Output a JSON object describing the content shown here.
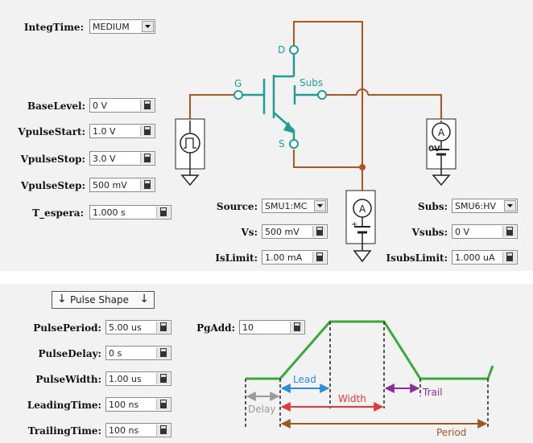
{
  "bias_panel": {
    "integ_time": {
      "label": "IntegTime:",
      "value": "MEDIUM"
    },
    "base_level": {
      "label": "BaseLevel:",
      "value": "0 V"
    },
    "vpulse_start": {
      "label": "VpulseStart:",
      "value": "1.0 V"
    },
    "vpulse_stop": {
      "label": "VpulseStop:",
      "value": "3.0 V"
    },
    "vpulse_step": {
      "label": "VpulseStep:",
      "value": "500 mV"
    },
    "t_espera": {
      "label": "T_espera:",
      "value": "1.000 s"
    },
    "source": {
      "label": "Source:",
      "value": "SMU1:MC"
    },
    "vs": {
      "label": "Vs:",
      "value": "500 mV"
    },
    "is_limit": {
      "label": "IsLimit:",
      "value": "1.00 mA"
    },
    "subs": {
      "label": "Subs:",
      "value": "SMU6:HV"
    },
    "vsubs": {
      "label": "Vsubs:",
      "value": "0 V"
    },
    "isubs_limit": {
      "label": "IsubsLimit:",
      "value": "1.000 uA"
    }
  },
  "schematic": {
    "terminal_d": "D",
    "terminal_g": "G",
    "terminal_s": "S",
    "terminal_subs": "Subs",
    "meter_symbol": "A",
    "subs_voltage_label": "0V",
    "plus_sign": "+",
    "wire_color": "#b5531c",
    "transistor_color": "#1e9e94"
  },
  "pulse_panel": {
    "pulse_shape_button": "Pulse Shape",
    "pulse_period": {
      "label": "PulsePeriod:",
      "value": "5.00 us"
    },
    "pulse_delay": {
      "label": "PulseDelay:",
      "value": "0 s"
    },
    "pulse_width": {
      "label": "PulseWidth:",
      "value": "1.00 us"
    },
    "leading_time": {
      "label": "LeadingTime:",
      "value": "100 ns"
    },
    "trailing_time": {
      "label": "TrailingTime:",
      "value": "100 ns"
    },
    "pg_add": {
      "label": "PgAdd:",
      "value": "10"
    }
  },
  "waveform": {
    "lead": "Lead",
    "width": "Width",
    "trail": "Trail",
    "delay": "Delay",
    "period": "Period",
    "colors": {
      "pulse": "#3aa83a",
      "lead": "#2a8ee0",
      "width": "#e23a3a",
      "trail": "#8a2f9a",
      "delay": "#9a9a9a",
      "period": "#9c5a1c"
    }
  }
}
